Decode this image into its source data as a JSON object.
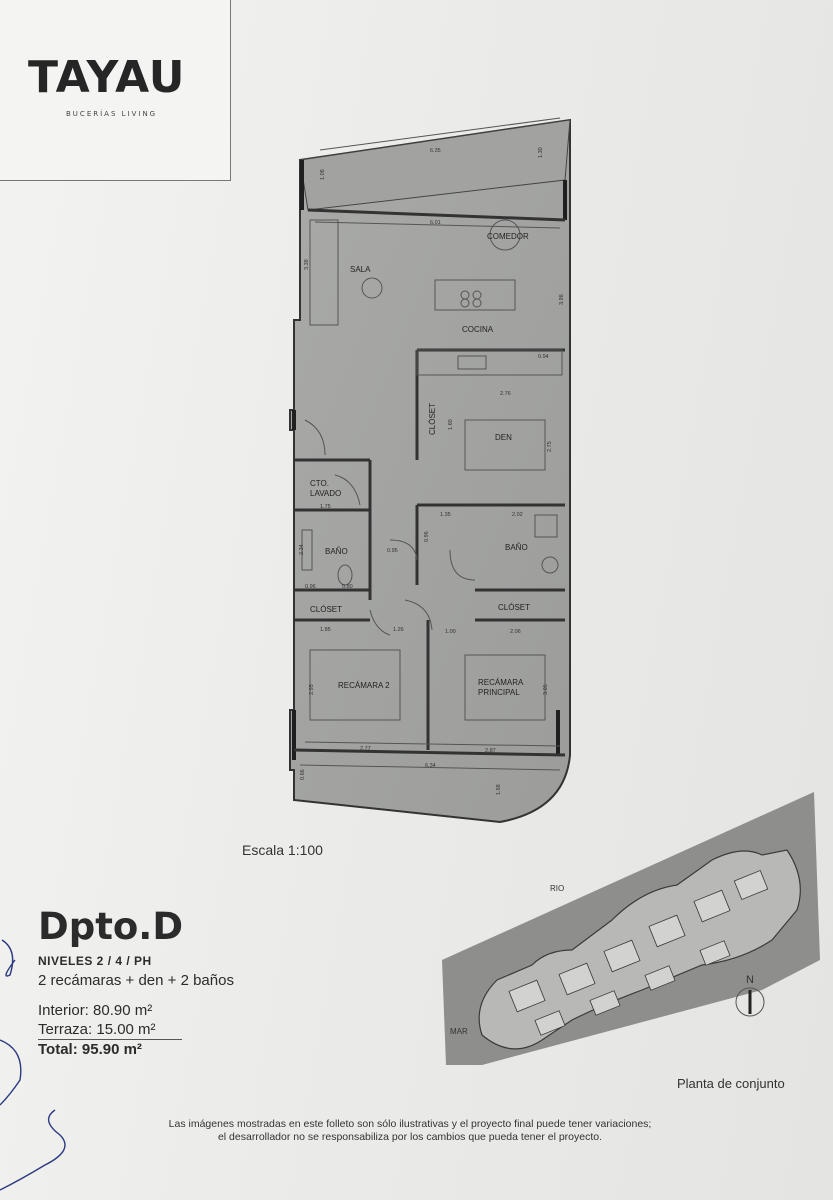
{
  "brand": {
    "name": "TAYAU",
    "tagline": "BUCERÍAS LIVING"
  },
  "plan": {
    "rooms": {
      "comedor": "COMEDOR",
      "sala": "SALA",
      "cocina": "COCINA",
      "closet_den": "CLÓSET",
      "den": "DEN",
      "cto_lavado_1": "CTO.",
      "cto_lavado_2": "LAVADO",
      "bano_left": "BAÑO",
      "bano_right": "BAÑO",
      "closet_left": "CLÓSET",
      "closet_right": "CLÓSET",
      "recamara2": "RECÁMARA 2",
      "recamara_principal_1": "RECÁMARA",
      "recamara_principal_2": "PRINCIPAL"
    },
    "dimensions": {
      "top_width": "6.35",
      "top_right": "1.30",
      "top_left": "1.08",
      "living_width": "6.01",
      "sala_height": "3.38",
      "kitchen_right": "3.98",
      "kitchen_small": "0.94",
      "den_width": "2.76",
      "den_closet": "1.60",
      "den_height": "2.75",
      "lavado_width": "1.75",
      "bano_left_h": "2.34",
      "bano_left_w1": "0.96",
      "bano_left_w2": "0.80",
      "hall": "0.95",
      "bano_right_w1": "1.35",
      "bano_right_w2": "2.02",
      "hall_v": "0.96",
      "rec2_closet": "1.85",
      "hall_b": "1.26",
      "rec_p_closet1": "1.00",
      "rec_p_closet2": "2.06",
      "rec2_height": "2.95",
      "recp_height": "3.05",
      "rec2_width": "2.77",
      "recp_width": "2.87",
      "bottom_width": "6.34",
      "terrace_depth": "1.68",
      "left_small": "0.66"
    }
  },
  "scale": "Escala 1:100",
  "unit": {
    "title": "Dpto.D",
    "levels": "NIVELES 2 / 4 / PH",
    "description": "2 recámaras + den + 2 baños",
    "interior": "Interior: 80.90 m²",
    "terrace": "Terraza: 15.00 m²",
    "total": "Total: 95.90 m²"
  },
  "site_plan": {
    "label_rio": "RIO",
    "label_mar": "MAR",
    "north": "N",
    "caption": "Planta de conjunto"
  },
  "disclaimer": {
    "line1": "Las imágenes mostradas en este folleto son sólo ilustrativas y el proyecto final puede tener variaciones;",
    "line2": "el desarrollador no se responsabiliza por los cambios que pueda tener el proyecto."
  }
}
